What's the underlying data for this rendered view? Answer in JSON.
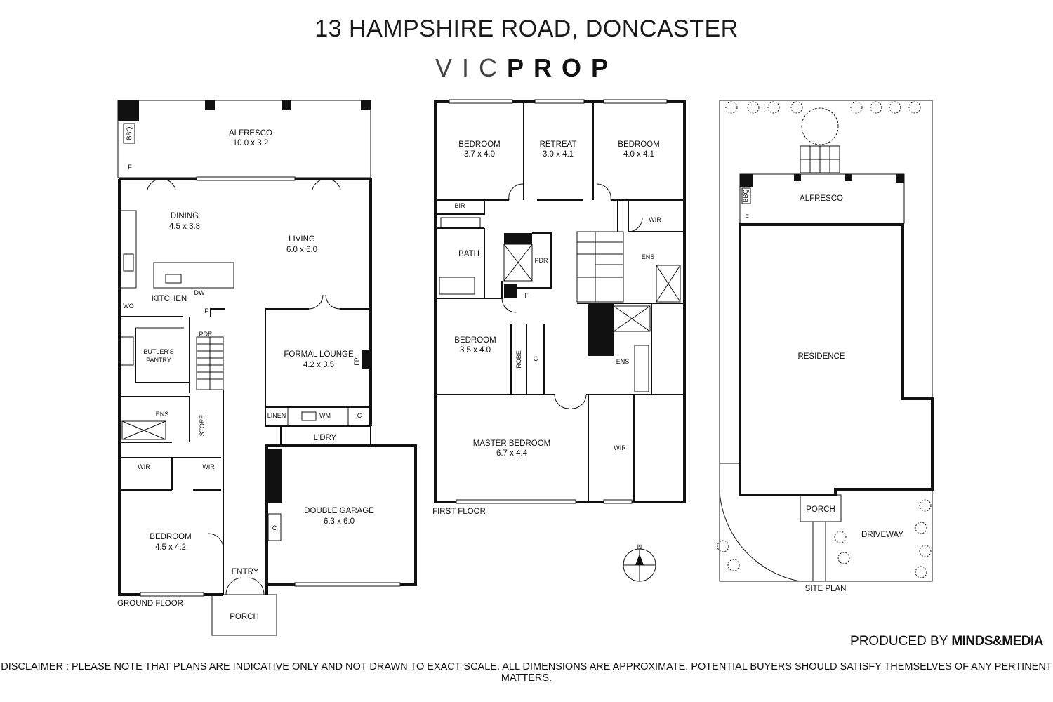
{
  "header": {
    "address": "13 HAMPSHIRE ROAD, DONCASTER",
    "brand_light": "VIC",
    "brand_bold": "PROP"
  },
  "ground_floor": {
    "caption": "GROUND FLOOR",
    "rooms": {
      "alfresco": {
        "name": "ALFRESCO",
        "dims": "10.0 x 3.2"
      },
      "bbq": "BBQ",
      "f_alfresco": "F",
      "dining": {
        "name": "DINING",
        "dims": "4.5 x 3.8"
      },
      "living": {
        "name": "LIVING",
        "dims": "6.0 x 6.0"
      },
      "kitchen": "KITCHEN",
      "dw": "DW",
      "wo": "WO",
      "f_kitchen": "F",
      "pdr": "PDR",
      "butlers_pantry": [
        "BUTLER'S",
        "PANTRY"
      ],
      "formal_lounge": {
        "name": "FORMAL LOUNGE",
        "dims": "4.2 x 3.5"
      },
      "fp": "FP",
      "linen": "LINEN",
      "wm": "WM",
      "c_laundry": "C",
      "laundry": "L'DRY",
      "ens": "ENS",
      "store": "STORE",
      "wir_left": "WIR",
      "wir_right": "WIR",
      "bedroom": {
        "name": "BEDROOM",
        "dims": "4.5 x 4.2"
      },
      "entry": "ENTRY",
      "porch": "PORCH",
      "double_garage": {
        "name": "DOUBLE GARAGE",
        "dims": "6.3 x 6.0"
      },
      "c_garage": "C"
    }
  },
  "first_floor": {
    "caption": "FIRST FLOOR",
    "rooms": {
      "bedroom_nw": {
        "name": "BEDROOM",
        "dims": "3.7 x 4.0"
      },
      "retreat": {
        "name": "RETREAT",
        "dims": "3.0 x 4.1"
      },
      "bedroom_ne": {
        "name": "BEDROOM",
        "dims": "4.0 x 4.1"
      },
      "bir": "BIR",
      "bath": "BATH",
      "pdr": "PDR",
      "f": "F",
      "wir_top": "WIR",
      "ens_top": "ENS",
      "bedroom_w": {
        "name": "BEDROOM",
        "dims": "3.5 x 4.0"
      },
      "robe": "ROBE",
      "c": "C",
      "ens_mid": "ENS",
      "master": {
        "name": "MASTER BEDROOM",
        "dims": "6.7 x 4.4"
      },
      "wir_master": "WIR"
    }
  },
  "site_plan": {
    "caption": "SITE PLAN",
    "alfresco": "ALFRESCO",
    "bbq": "BBQ",
    "f": "F",
    "residence": "RESIDENCE",
    "porch": "PORCH",
    "driveway": "DRIVEWAY"
  },
  "compass": {
    "north": "N"
  },
  "footer": {
    "produced_by": "PRODUCED BY",
    "producer": "MINDS&MEDIA",
    "disclaimer": "DISCLAIMER : PLEASE NOTE THAT PLANS ARE INDICATIVE ONLY AND NOT DRAWN TO EXACT SCALE. ALL DIMENSIONS ARE APPROXIMATE. POTENTIAL BUYERS SHOULD SATISFY THEMSELVES OF ANY PERTINENT MATTERS."
  }
}
